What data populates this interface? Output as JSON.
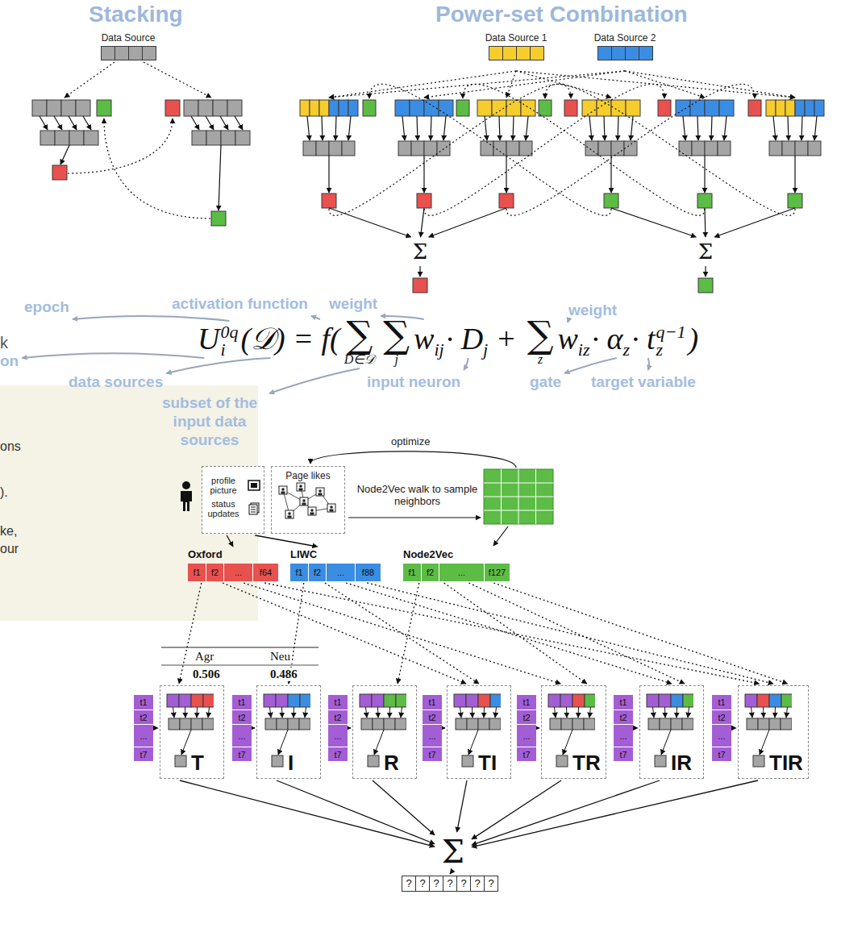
{
  "diagram": {
    "nodes": [
      {
        "text": [
          "Data Source"
        ]
      },
      {
        "text": [
          "Data Source 1"
        ]
      },
      {
        "text": [
          "Data Source 2"
        ]
      },
      {
        "text": [
          "Σ"
        ]
      },
      {
        "text": [
          "Σ"
        ]
      },
      {
        "text": [
          "profile picture",
          "status updates"
        ]
      },
      {
        "text": [
          "Page likes"
        ]
      },
      {
        "text": [
          "Oxford",
          "f1",
          "f2",
          "...",
          "f64"
        ]
      },
      {
        "text": [
          "LIWC",
          "f1",
          "f2",
          "...",
          "f88"
        ]
      },
      {
        "text": [
          "Node2Vec",
          "f1",
          "f2",
          "...",
          "f127"
        ]
      },
      {
        "text": [
          "T"
        ]
      },
      {
        "text": [
          "I"
        ]
      },
      {
        "text": [
          "R"
        ]
      },
      {
        "text": [
          "TI"
        ]
      },
      {
        "text": [
          "TR"
        ]
      },
      {
        "text": [
          "IR"
        ]
      },
      {
        "text": [
          "TIR"
        ]
      },
      {
        "text": [
          "t1",
          "t2",
          "...",
          "t7"
        ]
      },
      {
        "text": [
          "t1",
          "t2",
          "...",
          "t7"
        ]
      },
      {
        "text": [
          "t1",
          "t2",
          "...",
          "t7"
        ]
      },
      {
        "text": [
          "t1",
          "t2",
          "...",
          "t7"
        ]
      },
      {
        "text": [
          "t1",
          "t2",
          "...",
          "t7"
        ]
      },
      {
        "text": [
          "t1",
          "t2",
          "...",
          "t7"
        ]
      },
      {
        "text": [
          "t1",
          "t2",
          "...",
          "t7"
        ]
      },
      {
        "text": [
          "Σ"
        ]
      },
      {
        "text": [
          "?",
          "?",
          "?",
          "?",
          "?",
          "?",
          "?"
        ]
      }
    ],
    "edges": [
      {
        "from": 5,
        "to": 7,
        "arrow": "to"
      },
      {
        "from": 5,
        "to": 8,
        "arrow": "to"
      },
      {
        "from": 7,
        "to": 10,
        "arrow": "to"
      },
      {
        "from": 7,
        "to": 13,
        "arrow": "to"
      },
      {
        "from": 7,
        "to": 14,
        "arrow": "to"
      },
      {
        "from": 7,
        "to": 16,
        "arrow": "to"
      },
      {
        "from": 8,
        "to": 11,
        "arrow": "to"
      },
      {
        "from": 8,
        "to": 13,
        "arrow": "to"
      },
      {
        "from": 8,
        "to": 15,
        "arrow": "to"
      },
      {
        "from": 8,
        "to": 16,
        "arrow": "to"
      },
      {
        "from": 9,
        "to": 12,
        "arrow": "to"
      },
      {
        "from": 9,
        "to": 14,
        "arrow": "to"
      },
      {
        "from": 9,
        "to": 15,
        "arrow": "to"
      },
      {
        "from": 9,
        "to": 16,
        "arrow": "to"
      },
      {
        "from": 17,
        "to": 10,
        "arrow": "to"
      },
      {
        "from": 18,
        "to": 11,
        "arrow": "to"
      },
      {
        "from": 19,
        "to": 12,
        "arrow": "to"
      },
      {
        "from": 20,
        "to": 13,
        "arrow": "to"
      },
      {
        "from": 21,
        "to": 14,
        "arrow": "to"
      },
      {
        "from": 22,
        "to": 15,
        "arrow": "to"
      },
      {
        "from": 23,
        "to": 16,
        "arrow": "to"
      },
      {
        "from": 10,
        "to": 24,
        "arrow": "to"
      },
      {
        "from": 11,
        "to": 24,
        "arrow": "to"
      },
      {
        "from": 12,
        "to": 24,
        "arrow": "to"
      },
      {
        "from": 13,
        "to": 24,
        "arrow": "to"
      },
      {
        "from": 14,
        "to": 24,
        "arrow": "to"
      },
      {
        "from": 15,
        "to": 24,
        "arrow": "to"
      },
      {
        "from": 16,
        "to": 24,
        "arrow": "to"
      },
      {
        "from": 24,
        "to": 25,
        "arrow": "to"
      }
    ],
    "labels": [
      "Stacking",
      "Power-set Combination",
      "epoch",
      "activation function",
      "weight",
      "weight",
      "data sources",
      "input neuron",
      "gate",
      "target variable",
      "subset of the input data sources",
      "k",
      "on",
      "U",
      "i",
      "0q",
      "(𝒟) = f(",
      "∑",
      "D∈𝒟",
      "∑",
      "j",
      "w",
      "ij",
      "· D",
      "j",
      "+",
      "∑",
      "z",
      "w",
      "iz",
      "· α",
      "z",
      "· t",
      "z",
      "q−1",
      ")",
      "ons",
      ").",
      "ke,",
      "our",
      "Agr",
      "Neu",
      "0.506",
      "0.486",
      "optimize",
      "Node2Vec walk to sample neighbors"
    ]
  }
}
